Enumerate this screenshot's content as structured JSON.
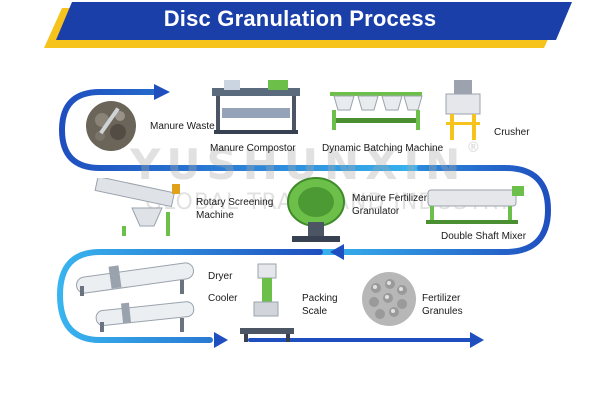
{
  "title": "Disc Granulation Process",
  "colors": {
    "banner_blue": "#1a3fa8",
    "banner_yellow": "#f6c21c",
    "flow_dark": "#1f4fbf",
    "flow_light": "#38b4ef",
    "machine_green": "#6cc04a",
    "machine_white": "#e9ecef"
  },
  "steps": [
    {
      "label": "Manure Waste",
      "icon": "manure-waste-image"
    },
    {
      "label": "Manure Compostor",
      "icon": "compost-turner-icon"
    },
    {
      "label": "Dynamic Batching Machine",
      "icon": "batching-machine-icon"
    },
    {
      "label": "Crusher",
      "icon": "crusher-icon"
    },
    {
      "label": "Double Shaft Mixer",
      "icon": "mixer-icon"
    },
    {
      "label_lines": [
        "Manure Fertilizer",
        "Granulator"
      ],
      "icon": "disc-granulator-icon"
    },
    {
      "label_lines": [
        "Rotary Screening",
        "Machine"
      ],
      "icon": "rotary-screen-icon"
    },
    {
      "label": "Dryer",
      "icon": "rotary-dryer-icon"
    },
    {
      "label": "Cooler",
      "icon": "rotary-cooler-icon"
    },
    {
      "label_lines": [
        "Packing",
        "Scale"
      ],
      "icon": "packing-scale-icon"
    },
    {
      "label_lines": [
        "Fertilizer",
        "Granules"
      ],
      "icon": "fertilizer-granules-image"
    }
  ],
  "watermark": {
    "brand": "YUSHUNXIN",
    "registered_mark": "®",
    "tagline": "GLOBAL TRADE AND INDUSTRY"
  }
}
